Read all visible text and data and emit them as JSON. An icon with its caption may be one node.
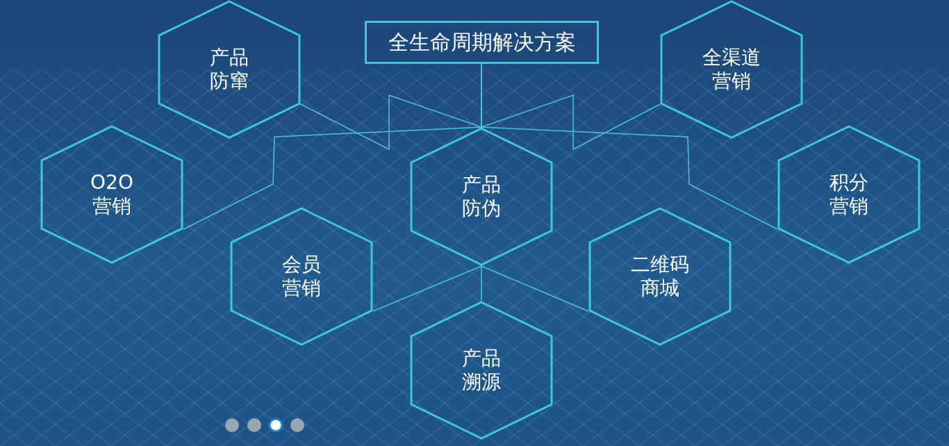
{
  "diagram": {
    "nodes": [
      {
        "text": [
          "全生命周期解决方案"
        ]
      },
      {
        "text": [
          "产品防窜"
        ]
      },
      {
        "text": [
          "全渠道营销"
        ]
      },
      {
        "text": [
          "O2O营销"
        ]
      },
      {
        "text": [
          "产品防伪"
        ]
      },
      {
        "text": [
          "积分营销"
        ]
      },
      {
        "text": [
          "会员营销"
        ]
      },
      {
        "text": [
          "二维码商城"
        ]
      },
      {
        "text": [
          "产品溯源"
        ]
      }
    ],
    "edges": [
      {
        "from": 0,
        "to": 1,
        "arrow": "none"
      },
      {
        "from": 0,
        "to": 2,
        "arrow": "none"
      },
      {
        "from": 0,
        "to": 3,
        "arrow": "none"
      },
      {
        "from": 0,
        "to": 5,
        "arrow": "none"
      },
      {
        "from": 0,
        "to": 4,
        "arrow": "none"
      },
      {
        "from": 4,
        "to": 6,
        "arrow": "none"
      },
      {
        "from": 4,
        "to": 7,
        "arrow": "none"
      },
      {
        "from": 4,
        "to": 8,
        "arrow": "none"
      }
    ]
  }
}
